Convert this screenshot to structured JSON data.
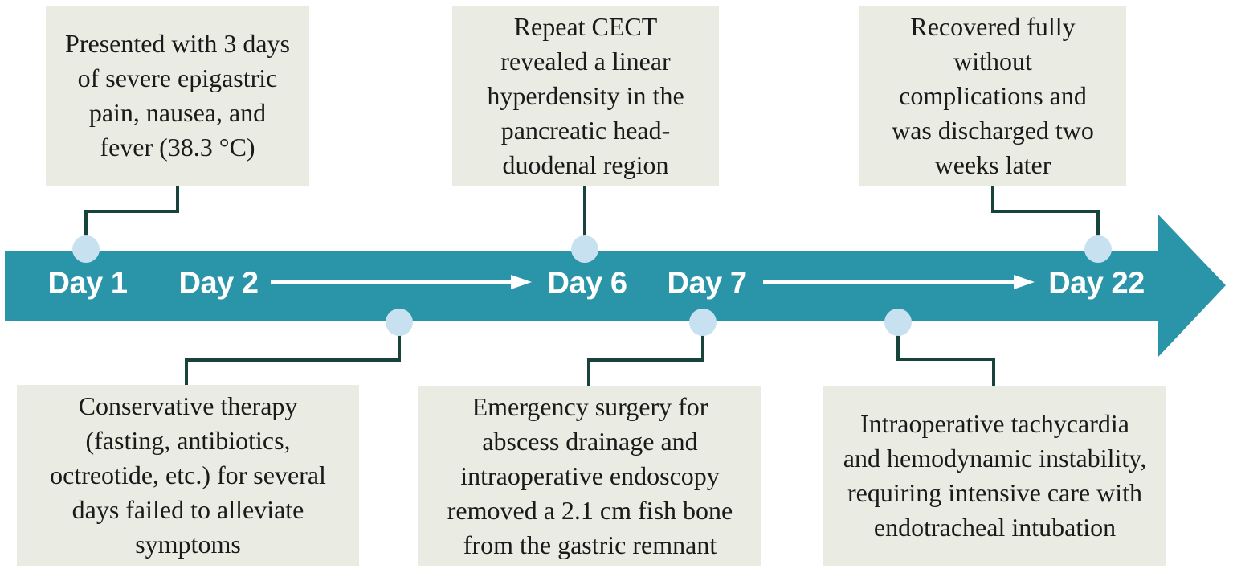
{
  "figure_type": "clinical-course-timeline",
  "colors": {
    "timeline_band": "#2a95a8",
    "timeline_arrowhead": "#2a95a8",
    "marker_dot": "#c8e1f1",
    "connector_line": "#17433a",
    "event_box_bg": "#eaece3",
    "event_box_text": "#1a1a1a",
    "day_label_text": "#ffffff",
    "inline_arrow": "#ffffff"
  },
  "timeline": {
    "day_labels": [
      "Day 1",
      "Day 2",
      "Day 6",
      "Day 7",
      "Day 22"
    ]
  },
  "events": {
    "top": [
      {
        "text": "Presented with 3 days of severe epigastric pain, nausea, and fever (38.3 °C)"
      },
      {
        "text": "Repeat CECT revealed a linear hyperdensity in the pancreatic head-duodenal region"
      },
      {
        "text": "Recovered fully without complications and was discharged two weeks later"
      }
    ],
    "bottom": [
      {
        "text": "Conservative therapy (fasting, antibiotics, octreotide, etc.) for several days failed to alleviate symptoms"
      },
      {
        "text": "Emergency surgery for abscess drainage and intraoperative endoscopy removed a 2.1 cm fish bone from the gastric remnant"
      },
      {
        "text": "Intraoperative tachycardia and hemodynamic instability, requiring intensive care with endotracheal intubation"
      }
    ]
  }
}
